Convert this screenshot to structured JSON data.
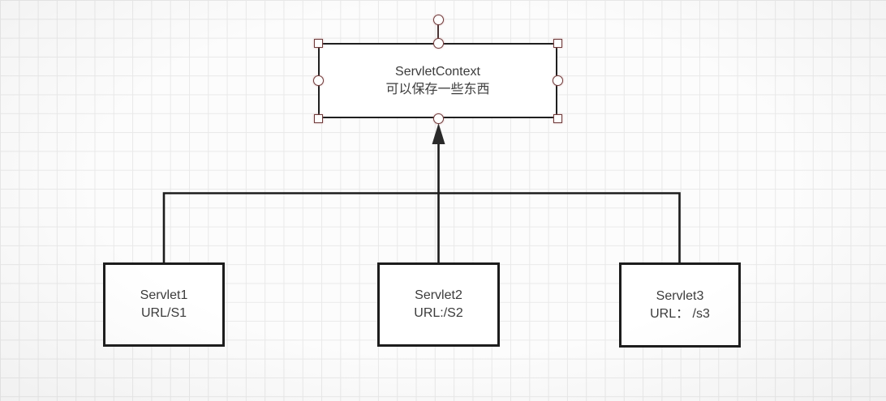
{
  "diagram": {
    "selected_node": {
      "title": "ServletContext",
      "subtitle": "可以保存一些东西"
    },
    "nodes": [
      {
        "id": "servlet1",
        "line1": "Servlet1",
        "line2": "URL/S1"
      },
      {
        "id": "servlet2",
        "line1": "Servlet2",
        "line2": "URL:/S2"
      },
      {
        "id": "servlet3",
        "line1": "Servlet3",
        "line2": "URL： /s3"
      }
    ],
    "connector": {
      "type": "orthogonal-tree-with-arrow",
      "arrow_direction": "up",
      "arrow_target": "ServletContext"
    },
    "selection_handles": [
      "rotate",
      "top-left",
      "top",
      "top-right",
      "left",
      "right",
      "bottom-left",
      "bottom",
      "bottom-right"
    ],
    "colors": {
      "node_border": "#1f1f1f",
      "node_fill": "#ffffff",
      "text": "#3b3b3b",
      "connector_line": "#1c1c1c",
      "handle_border": "#6e3b3b",
      "handle_fill": "#ffffff",
      "grid_line": "#e9e9e9",
      "canvas_bg": "#fcfcfc"
    }
  }
}
